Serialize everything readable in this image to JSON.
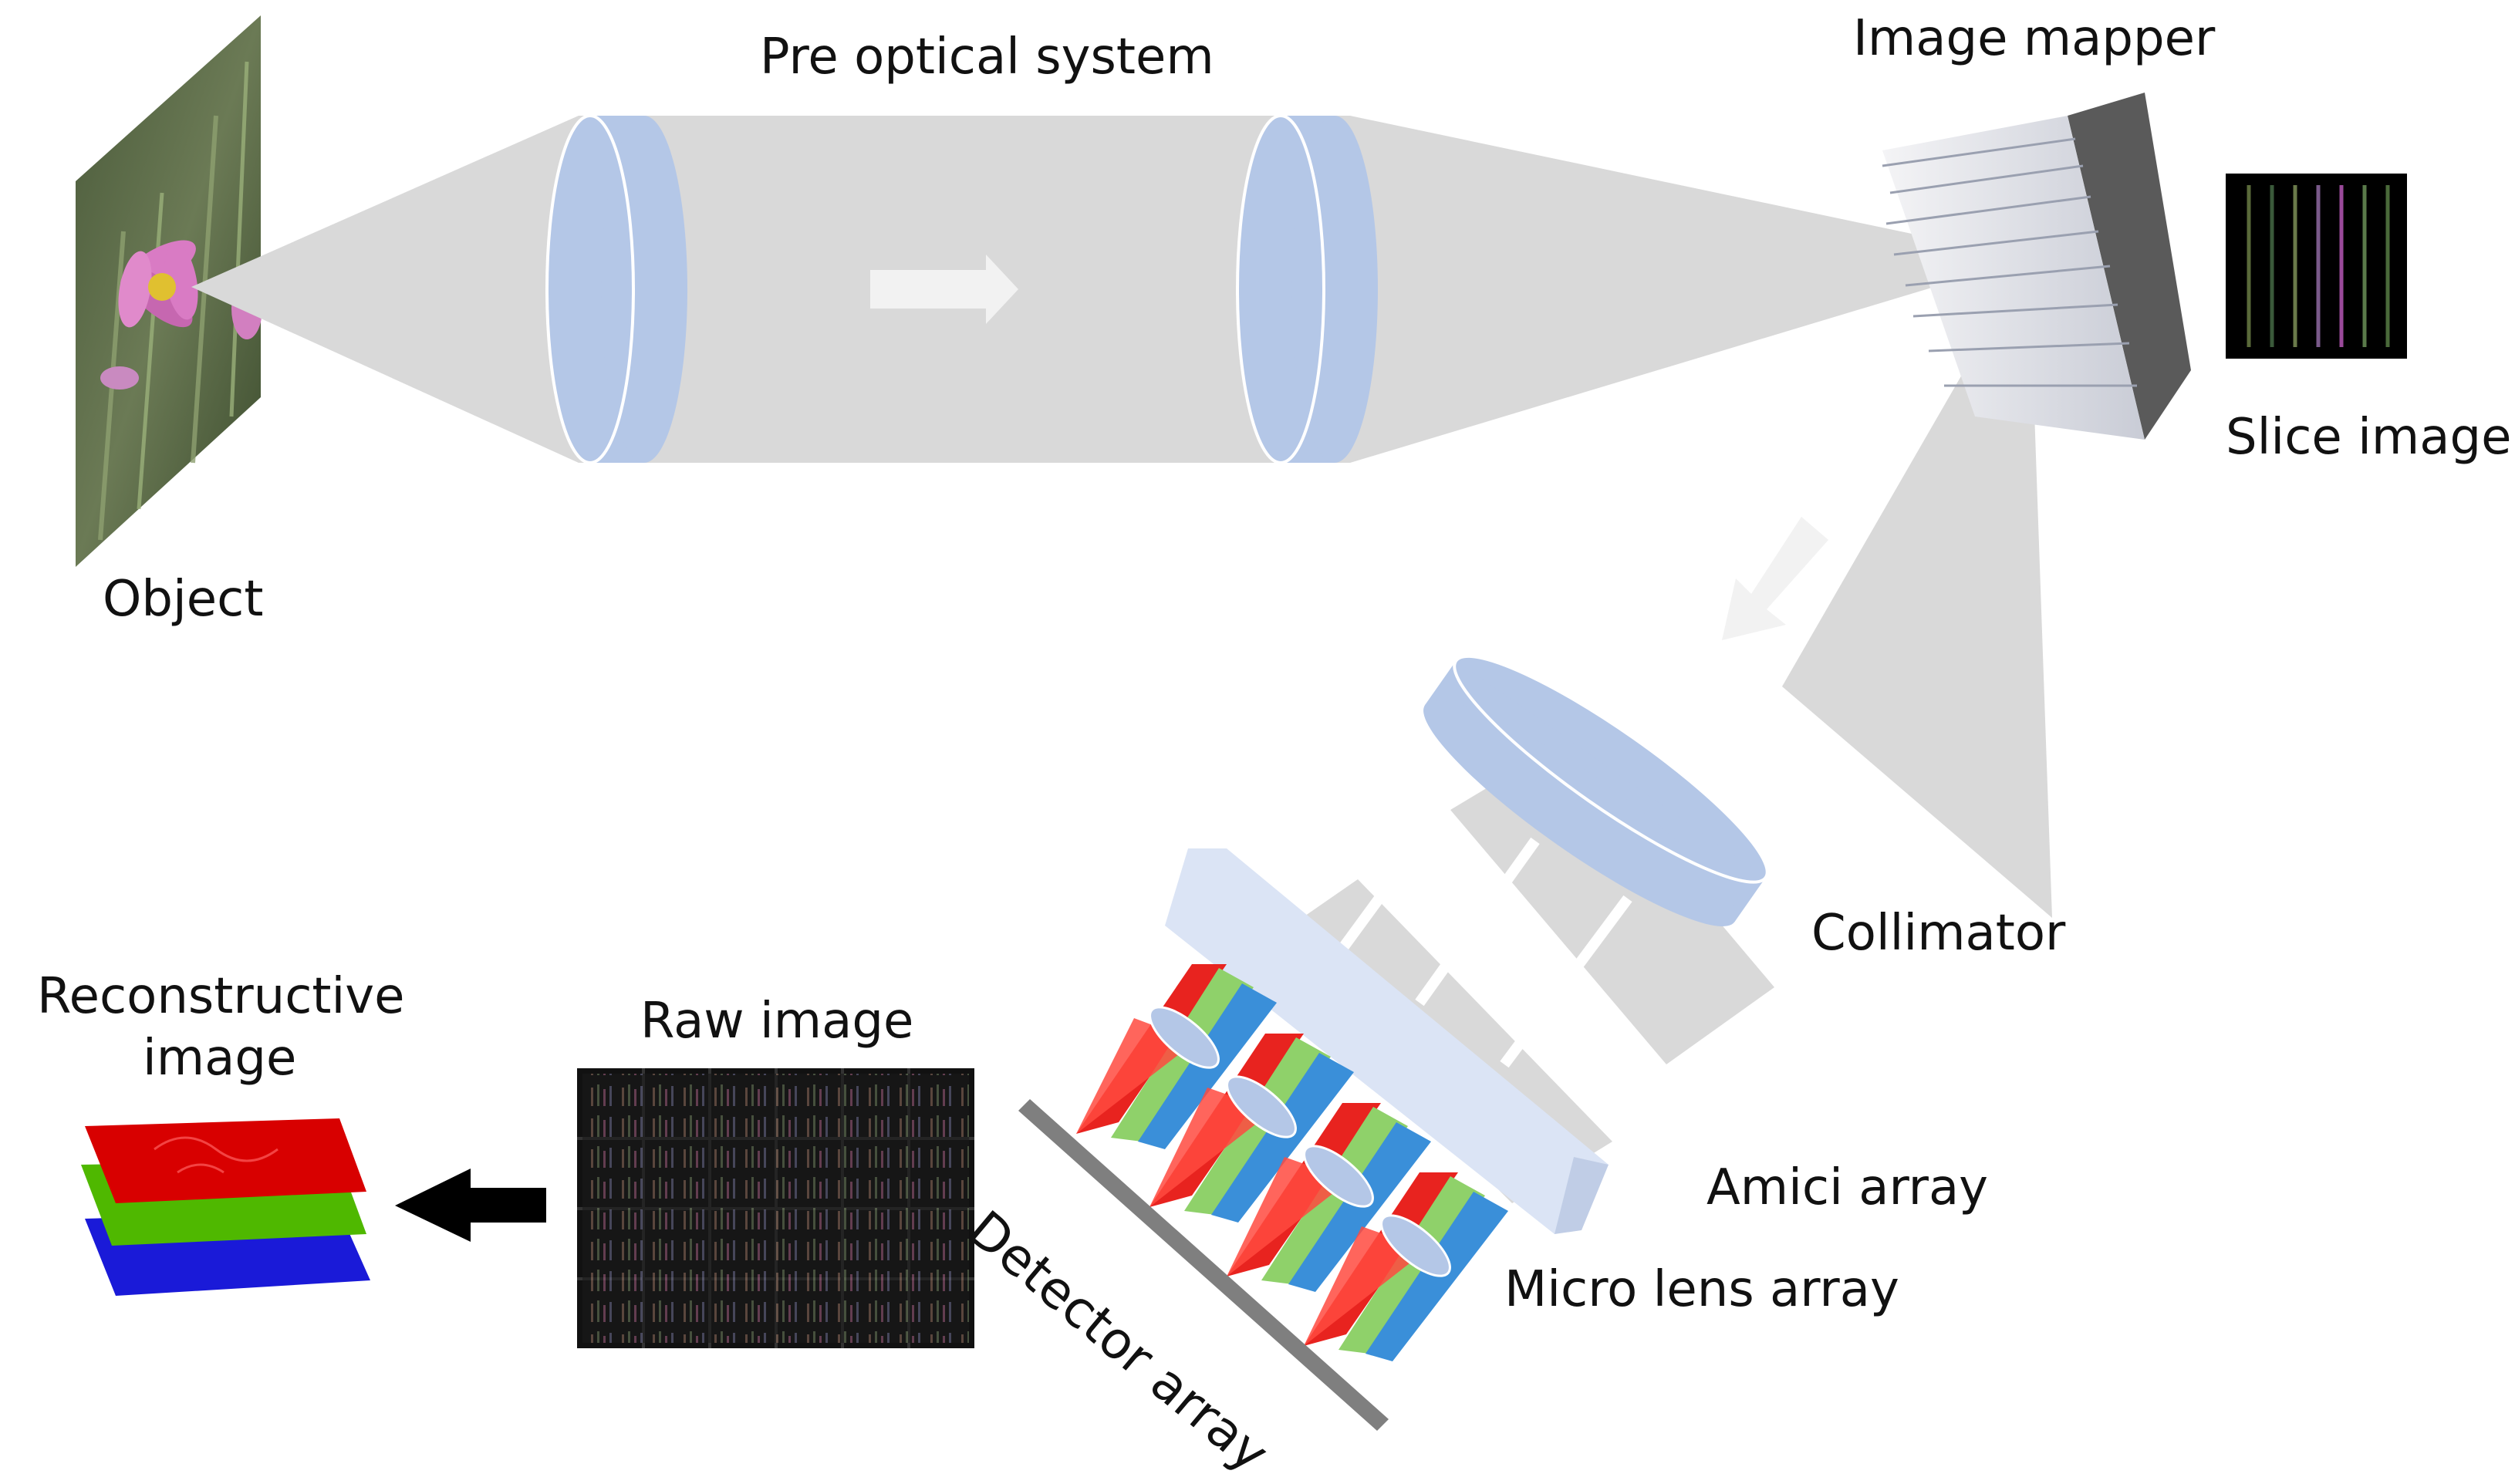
{
  "labels": {
    "pre_optical": "Pre optical system",
    "image_mapper": "Image mapper",
    "slice_image": "Slice image",
    "object": "Object",
    "collimator": "Collimator",
    "amici_array": "Amici array",
    "micro_lens_array": "Micro lens array",
    "detector_array": "Detector array",
    "raw_image": "Raw image",
    "reconstructive_line1": "Reconstructive",
    "reconstructive_line2": "image"
  },
  "colors": {
    "beam": "#d9d9d9",
    "lens": "#b4c7e7",
    "lens_edge": "#ffffff",
    "arrow_light": "#f2f2f2",
    "arrow_dark": "#000000",
    "spectrum_red": "#e8231f",
    "spectrum_green": "#8fd16a",
    "spectrum_blue": "#3a8fd9",
    "detector": "#7f7f7f",
    "layer_red": "#d80000",
    "layer_green": "#4fb800",
    "layer_blue": "#1a1ad8"
  },
  "icons": {
    "flow_arrow_1": "right-arrow-icon",
    "flow_arrow_2": "down-left-arrow-icon",
    "flow_arrow_3": "left-arrow-icon"
  }
}
